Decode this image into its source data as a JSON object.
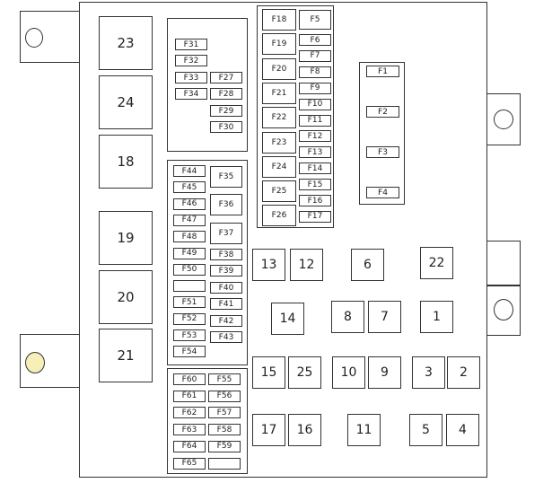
{
  "relays_left": [
    "23",
    "24",
    "18",
    "19",
    "20",
    "21"
  ],
  "fuses_upper_mid": [
    "F31",
    "F32",
    "F33",
    "F27",
    "F34",
    "F28",
    "F29",
    "F30"
  ],
  "fuses_col_a": [
    "F18",
    "F19",
    "F20",
    "F21",
    "F22",
    "F23",
    "F24",
    "F25",
    "F26"
  ],
  "fuses_col_b": [
    "F5",
    "F6",
    "F7",
    "F8",
    "F9",
    "F10",
    "F11",
    "F12",
    "F13",
    "F14",
    "F15",
    "F16",
    "F17"
  ],
  "fuses_right": [
    "F1",
    "F2",
    "F3",
    "F4"
  ],
  "fuses_mid_left": [
    "F44",
    "F45",
    "F46",
    "F47",
    "F48",
    "F49",
    "F50",
    "",
    "F51",
    "F52",
    "F53",
    "F54"
  ],
  "fuses_mid_right": [
    "F35",
    "F36",
    "F37",
    "F38",
    "F39",
    "F40",
    "F41",
    "F42",
    "F43"
  ],
  "fuses_bottom_left": [
    "F60",
    "F61",
    "F62",
    "F63",
    "F64",
    "F65"
  ],
  "fuses_bottom_right": [
    "F55",
    "F56",
    "F57",
    "F58",
    "F59",
    ""
  ],
  "relays_small": [
    "13",
    "12",
    "6",
    "22",
    "14",
    "8",
    "7",
    "1",
    "15",
    "25",
    "10",
    "9",
    "3",
    "2",
    "17",
    "16",
    "11",
    "5",
    "4"
  ],
  "colors": {
    "line": "#333333",
    "background": "#ffffff",
    "hole_fill": "#f6efb8"
  }
}
